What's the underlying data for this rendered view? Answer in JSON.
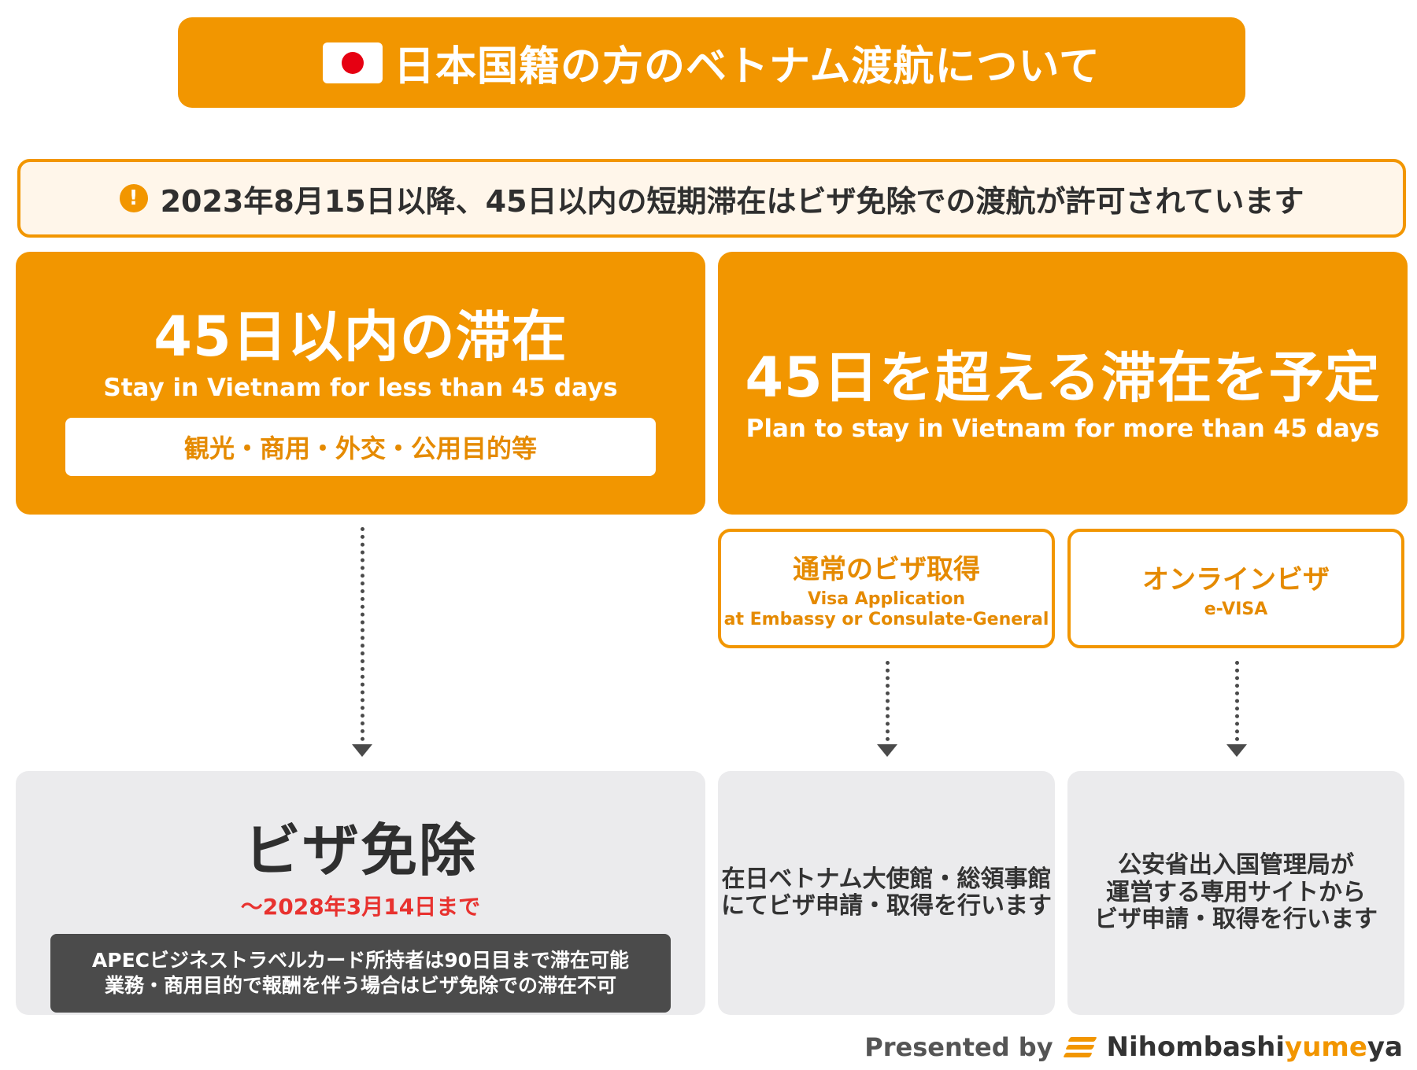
{
  "header": {
    "flag_icon": "japan-flag-icon",
    "title": "日本国籍の方のベトナム渡航について"
  },
  "notice": {
    "icon": "exclamation-icon",
    "text": "2023年8月15日以降、45日以内の短期滞在はビザ免除での渡航が許可されています"
  },
  "short_stay": {
    "title": "45日以内の滞在",
    "subtitle": "Stay in Vietnam for less than 45 days",
    "purposes": "観光・商用・外交・公用目的等"
  },
  "long_stay": {
    "title": "45日を超える滞在を予定",
    "subtitle": "Plan to stay in Vietnam for more than 45 days"
  },
  "methods": {
    "visa": {
      "title": "通常のビザ取得",
      "sub_line1": "Visa Application",
      "sub_line2": "at Embassy or Consulate-General"
    },
    "evisa": {
      "title": "オンラインビザ",
      "sub": "e-VISA"
    }
  },
  "results": {
    "visa_free": {
      "title": "ビザ免除",
      "until": "～2028年3月14日まで",
      "note_line1": "APECビジネストラベルカード所持者は90日目まで滞在可能",
      "note_line2": "業務・商用目的で報酬を伴う場合はビザ免除での滞在不可"
    },
    "embassy": {
      "line1": "在日ベトナム大使館・総領事館",
      "line2": "にてビザ申請・取得を行います"
    },
    "online": {
      "line1": "公安省出入国管理局が",
      "line2": "運営する専用サイトから",
      "line3": "ビザ申請・取得を行います"
    }
  },
  "footer": {
    "label": "Presented by",
    "logo_icon": "nihombashiyumeya-logo-icon",
    "brand_main": "Nihombashi",
    "brand_accent": "yume",
    "brand_tail": "ya"
  },
  "colors": {
    "accent": "#F29600",
    "notice_bg": "#FFF6EA",
    "result_bg": "#EBEBED",
    "note_bg": "#4B4B4B",
    "highlight_red": "#E8322F",
    "flag_red": "#E60012"
  }
}
